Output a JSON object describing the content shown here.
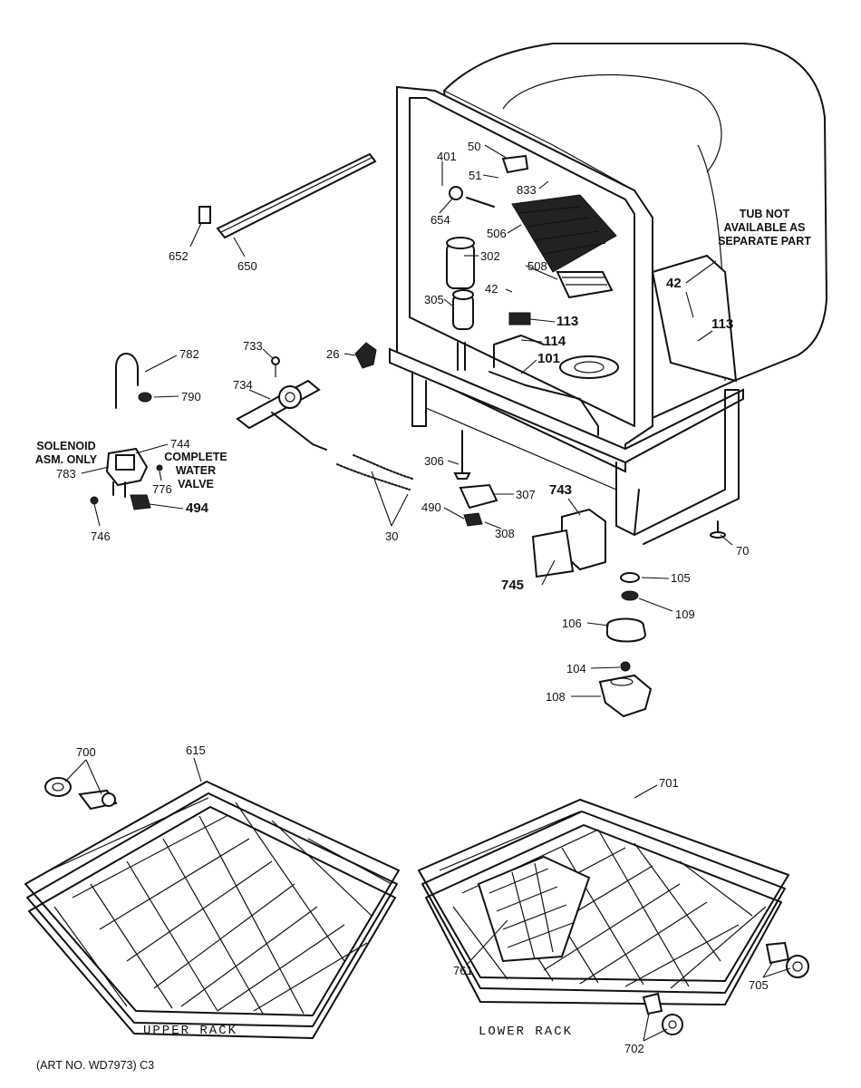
{
  "parts": {
    "p50": "50",
    "p51": "51",
    "p401": "401",
    "p654": "654",
    "p833": "833",
    "p506": "506",
    "p302": "302",
    "p508": "508",
    "p42a": "42",
    "p305": "305",
    "p113a": "113",
    "p114": "114",
    "p101": "101",
    "p26": "26",
    "p652": "652",
    "p650": "650",
    "p782": "782",
    "p790": "790",
    "p733": "733",
    "p734": "734",
    "p744": "744",
    "p783": "783",
    "p776": "776",
    "p494": "494",
    "p746": "746",
    "p30": "30",
    "p306": "306",
    "p307": "307",
    "p490": "490",
    "p308": "308",
    "p743": "743",
    "p745": "745",
    "p70": "70",
    "p42b": "42",
    "p113b": "113",
    "p105": "105",
    "p109": "109",
    "p106": "106",
    "p104": "104",
    "p108": "108",
    "p700": "700",
    "p615": "615",
    "p701": "701",
    "p761": "761",
    "p705": "705",
    "p702": "702"
  },
  "notes": {
    "tub": "TUB NOT AVAILABLE AS SEPARATE PART",
    "solenoid": "SOLENOID ASM. ONLY",
    "valve": "COMPLETE WATER VALVE"
  },
  "captions": {
    "upper": "UPPER RACK",
    "lower": "LOWER RACK",
    "art": "(ART NO. WD7973) C3"
  }
}
